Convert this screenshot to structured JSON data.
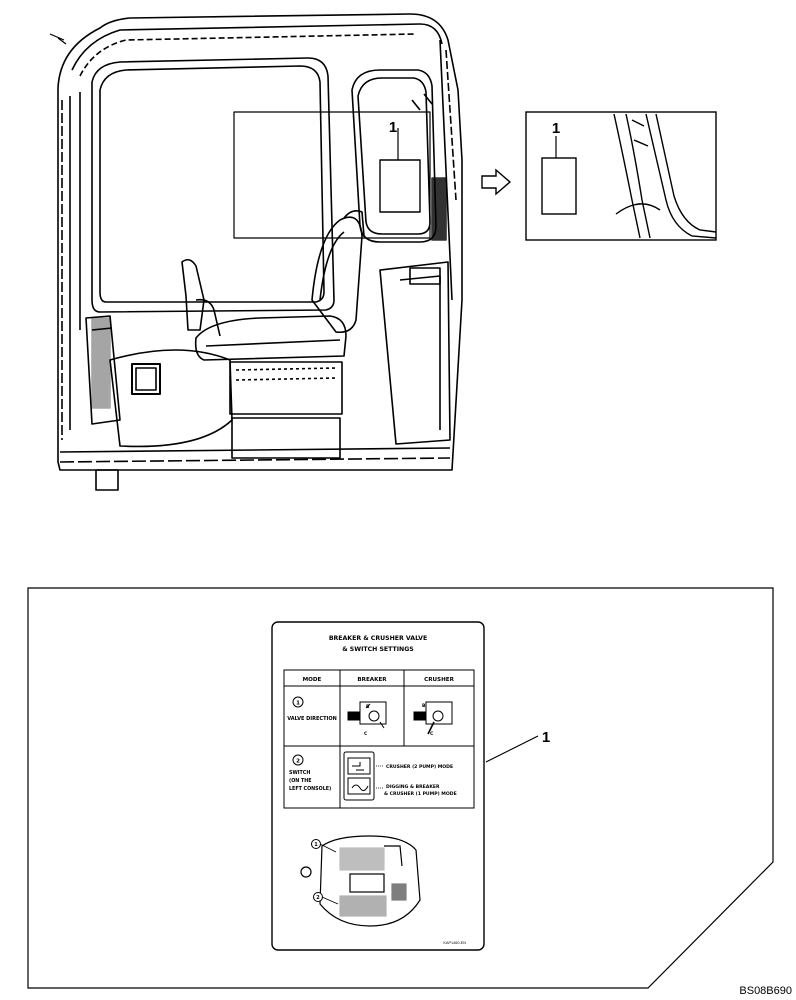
{
  "top_view": {
    "callout": "1",
    "detail_callout": "1"
  },
  "decal": {
    "callout": "1",
    "title_line1": "BREAKER & CRUSHER VALVE",
    "title_line2": "& SWITCH SETTINGS",
    "table": {
      "headers": [
        "MODE",
        "BREAKER",
        "CRUSHER"
      ],
      "row1": {
        "number": "1",
        "label": "VALVE DIRECTION",
        "breaker_marks": [
          "B",
          "C"
        ],
        "crusher_marks": [
          "B",
          "C"
        ]
      },
      "row2": {
        "number": "2",
        "label_lines": [
          "SWITCH",
          "(ON THE",
          "LEFT CONSOLE)"
        ],
        "mode_top": "CRUSHER (2 PUMP) MODE",
        "mode_bottom_line1": "DIGGING & BREAKER",
        "mode_bottom_line2": "& CRUSHER (1 PUMP) MODE"
      }
    },
    "view_markers": [
      "1",
      "2"
    ],
    "part_number": "KAP1460-EN"
  },
  "drawing_number": "BS08B690"
}
